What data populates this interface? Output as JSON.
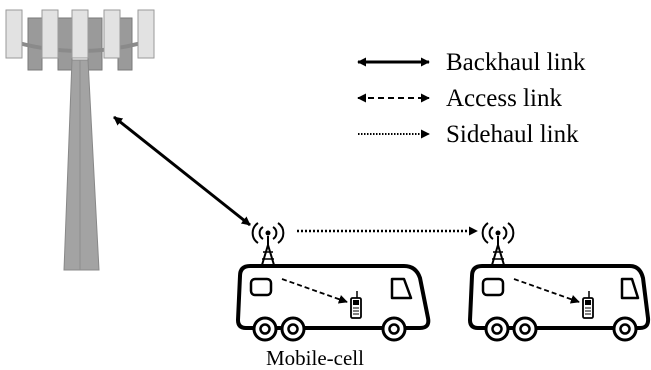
{
  "legend": {
    "backhaul": "Backhaul link",
    "access": "Access link",
    "sidehaul": "Sidehaul link"
  },
  "caption": "Mobile-cell",
  "colors": {
    "line": "#000000",
    "panel_light": "#e0e0e0",
    "panel_dark": "#9a9a9a",
    "bus_fill": "#ffffff"
  },
  "icons": [
    "cell-tower-icon",
    "antenna-icon",
    "bus-icon",
    "mobile-phone-icon"
  ]
}
